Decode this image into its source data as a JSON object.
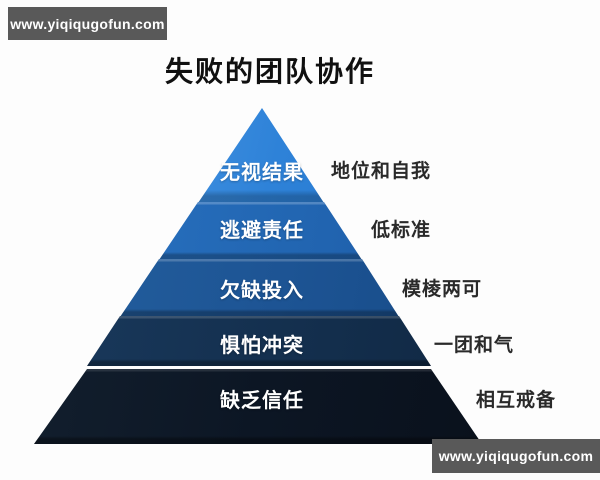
{
  "title": "失败的团队协作",
  "watermarks": {
    "top_left": "www.yiqiqugofun.com",
    "bottom_right": "www.yiqiqugofun.com"
  },
  "pyramid": {
    "levels": [
      {
        "label": "无视结果",
        "note": "地位和自我",
        "color": "#2e82d8"
      },
      {
        "label": "逃避责任",
        "note": "低标准",
        "color": "#2266b2"
      },
      {
        "label": "欠缺投入",
        "note": "模棱两可",
        "color": "#1d5494"
      },
      {
        "label": "惧怕冲突",
        "note": "一团和气",
        "color": "#14304f"
      },
      {
        "label": "缺乏信任",
        "note": "相互戒备",
        "color": "#0c1624"
      }
    ]
  },
  "colors": {
    "watermark_background": "#595959",
    "watermark_text": "#ffffff",
    "title_text": "#101010",
    "note_text": "#2a2a2a",
    "page_background": "#fdfdfd"
  }
}
